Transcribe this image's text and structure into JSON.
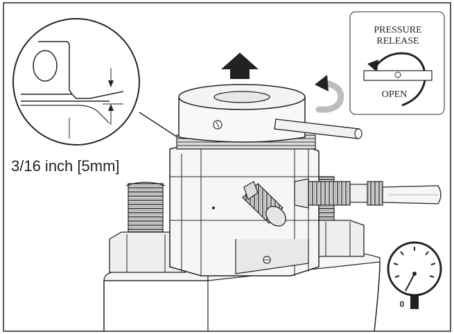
{
  "figure": {
    "measurement_label": "3/16 inch [5mm]",
    "pressure_release": {
      "title_line1": "PRESSURE",
      "title_line2": "RELEASE",
      "open_label": "OPEN"
    },
    "gauge": {
      "zero_label": "0"
    },
    "icons": [
      "up-arrow-icon",
      "rotate-counterclockwise-icon",
      "pressure-gauge-icon",
      "detail-magnifier-circle"
    ],
    "colors": {
      "line": "#222222",
      "fill_light": "#f4f4f4",
      "fill_mid": "#d8d8d8",
      "fill_dark": "#555555",
      "panel_bg": "#ffffff"
    }
  }
}
